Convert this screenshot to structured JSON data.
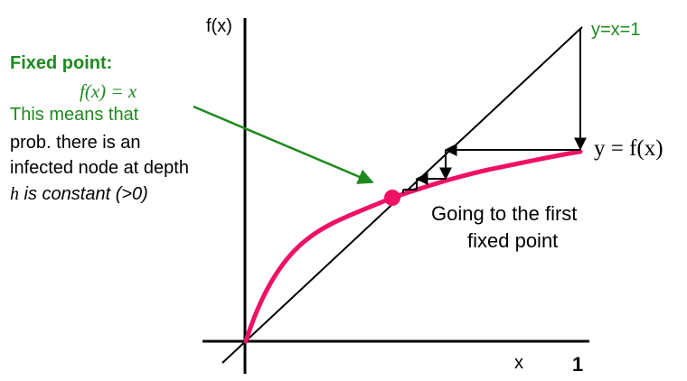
{
  "labels": {
    "fx_axis": "f(x)",
    "x_axis": "x",
    "one": "1",
    "diag": "y=x=1",
    "curve": "y = f(x)",
    "fixed_title": "Fixed point:",
    "fixed_eq": "f(x) = x",
    "desc_1": "This means that",
    "desc_2": "prob. there is an",
    "desc_3": "infected node at depth",
    "desc_4_h": "h",
    "desc_4_rest": " is constant (>0)",
    "going_1": "Going to the first",
    "going_2": "fixed point"
  },
  "colors": {
    "curve": "#ee1166",
    "annotation": "#1e8a1e",
    "ink": "#000000"
  }
}
